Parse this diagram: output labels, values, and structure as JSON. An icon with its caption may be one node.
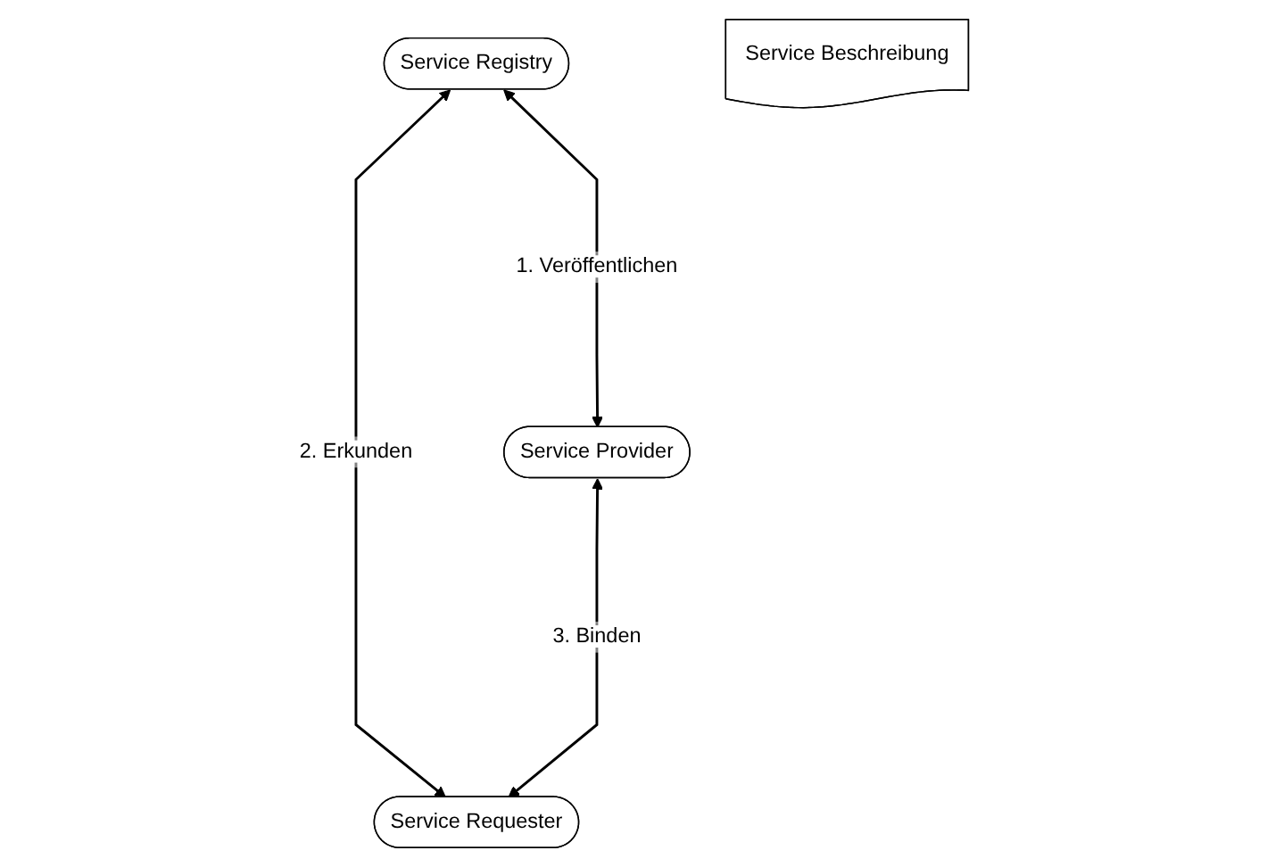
{
  "diagram": {
    "nodes": [
      {
        "text": [
          "Service Registry"
        ]
      },
      {
        "text": [
          "Service Provider"
        ]
      },
      {
        "text": [
          "Service Requester"
        ]
      },
      {
        "text": [
          "Service Beschreibung"
        ]
      }
    ],
    "edges": [
      {
        "from": 0,
        "to": 1,
        "arrow": "both",
        "label": "1. Veröffentlichen"
      },
      {
        "from": 0,
        "to": 2,
        "arrow": "both",
        "label": "2. Erkunden"
      },
      {
        "from": 1,
        "to": 2,
        "arrow": "both",
        "label": "3. Binden"
      }
    ]
  }
}
